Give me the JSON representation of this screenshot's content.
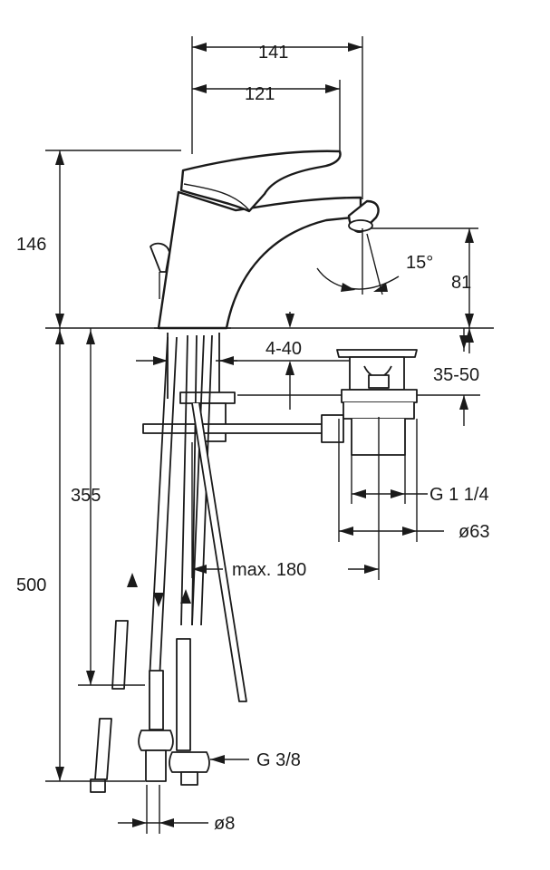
{
  "dimensions": {
    "total_reach": "141",
    "spout_reach": "121",
    "total_height": "146",
    "spout_height": "81",
    "swivel_angle": "15°",
    "deck_thickness": "4-40",
    "waste_thickness": "35-50",
    "waste_thread": "G 1 1/4",
    "waste_diameter": "ø63",
    "rod_length": "max. 180",
    "hose_length_inner": "355",
    "hose_length_total": "500",
    "supply_thread": "G 3/8",
    "hose_diameter": "ø8"
  },
  "colors": {
    "line": "#1a1a1a",
    "background": "#ffffff"
  }
}
